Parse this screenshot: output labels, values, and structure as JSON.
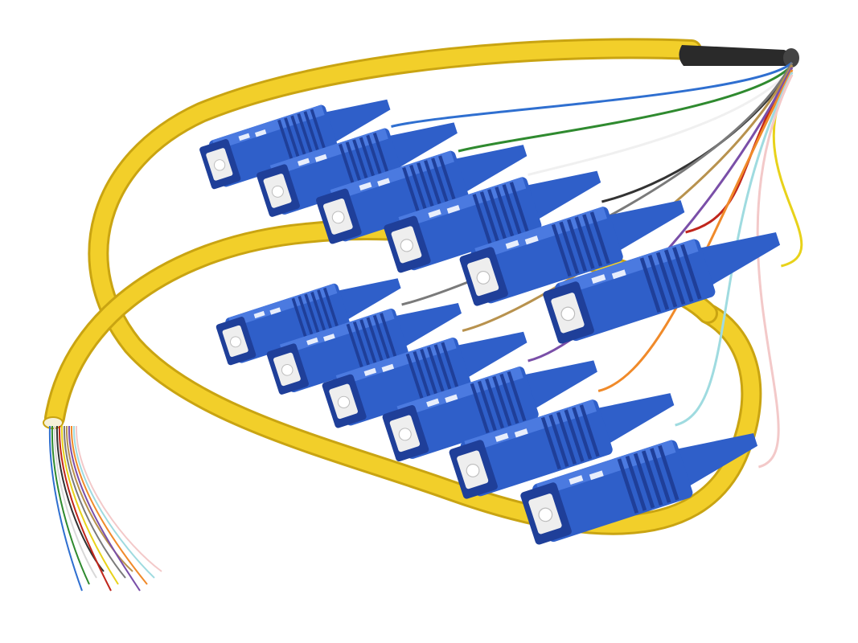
{
  "image": {
    "subject": "fiber-optic-pigtail",
    "background": "#ffffff"
  },
  "cable": {
    "jacket_color": "#f2cf2a",
    "jacket_shadow": "#c9a412",
    "breakout_color": "#2a2a2a"
  },
  "connectors": {
    "type": "SC",
    "body_color": "#2f5fc9",
    "body_dark": "#1f3f99",
    "ferrule_color": "#eeeeee",
    "count": 12
  },
  "fibers": {
    "colors": [
      "#2f6fd0",
      "#2f8a2f",
      "#f0f0f0",
      "#333333",
      "#c0261c",
      "#e8d21a",
      "#7a7a7a",
      "#b8924e",
      "#7a4fa8",
      "#f08a2a",
      "#9fdbe0",
      "#f3c9c9"
    ]
  }
}
